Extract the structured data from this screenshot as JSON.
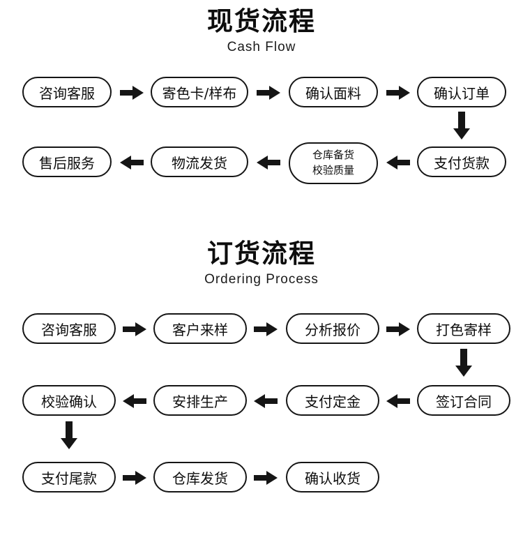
{
  "page": {
    "background": "#ffffff",
    "ink": "#111111"
  },
  "sections": [
    {
      "id": "cash-flow",
      "title_cn": "现货流程",
      "title_en": "Cash  Flow",
      "rows": [
        {
          "direction": "right",
          "nodes": [
            {
              "lines": [
                "咨询客服"
              ]
            },
            {
              "lines": [
                "寄色卡/样布"
              ]
            },
            {
              "lines": [
                "确认面料"
              ]
            },
            {
              "lines": [
                "确认订单"
              ]
            }
          ]
        },
        {
          "direction": "left",
          "nodes": [
            {
              "lines": [
                "售后服务"
              ]
            },
            {
              "lines": [
                "物流发货"
              ]
            },
            {
              "lines": [
                "仓库备货",
                "校验质量"
              ]
            },
            {
              "lines": [
                "支付货款"
              ]
            }
          ]
        }
      ],
      "connectors": [
        {
          "name": "down-arrow-right",
          "from": "确认订单",
          "to": "支付货款",
          "direction": "down"
        }
      ]
    },
    {
      "id": "ordering-process",
      "title_cn": "订货流程",
      "title_en": "Ordering  Process",
      "rows": [
        {
          "direction": "right",
          "nodes": [
            {
              "lines": [
                "咨询客服"
              ]
            },
            {
              "lines": [
                "客户来样"
              ]
            },
            {
              "lines": [
                "分析报价"
              ]
            },
            {
              "lines": [
                "打色寄样"
              ]
            }
          ]
        },
        {
          "direction": "left",
          "nodes": [
            {
              "lines": [
                "校验确认"
              ]
            },
            {
              "lines": [
                "安排生产"
              ]
            },
            {
              "lines": [
                "支付定金"
              ]
            },
            {
              "lines": [
                "签订合同"
              ]
            }
          ]
        },
        {
          "direction": "right",
          "nodes": [
            {
              "lines": [
                "支付尾款"
              ]
            },
            {
              "lines": [
                "仓库发货"
              ]
            },
            {
              "lines": [
                "确认收货"
              ]
            }
          ]
        }
      ],
      "connectors": [
        {
          "name": "down-arrow-right",
          "from": "打色寄样",
          "to": "签订合同",
          "direction": "down"
        },
        {
          "name": "down-arrow-left",
          "from": "校验确认",
          "to": "支付尾款",
          "direction": "down"
        }
      ]
    }
  ]
}
